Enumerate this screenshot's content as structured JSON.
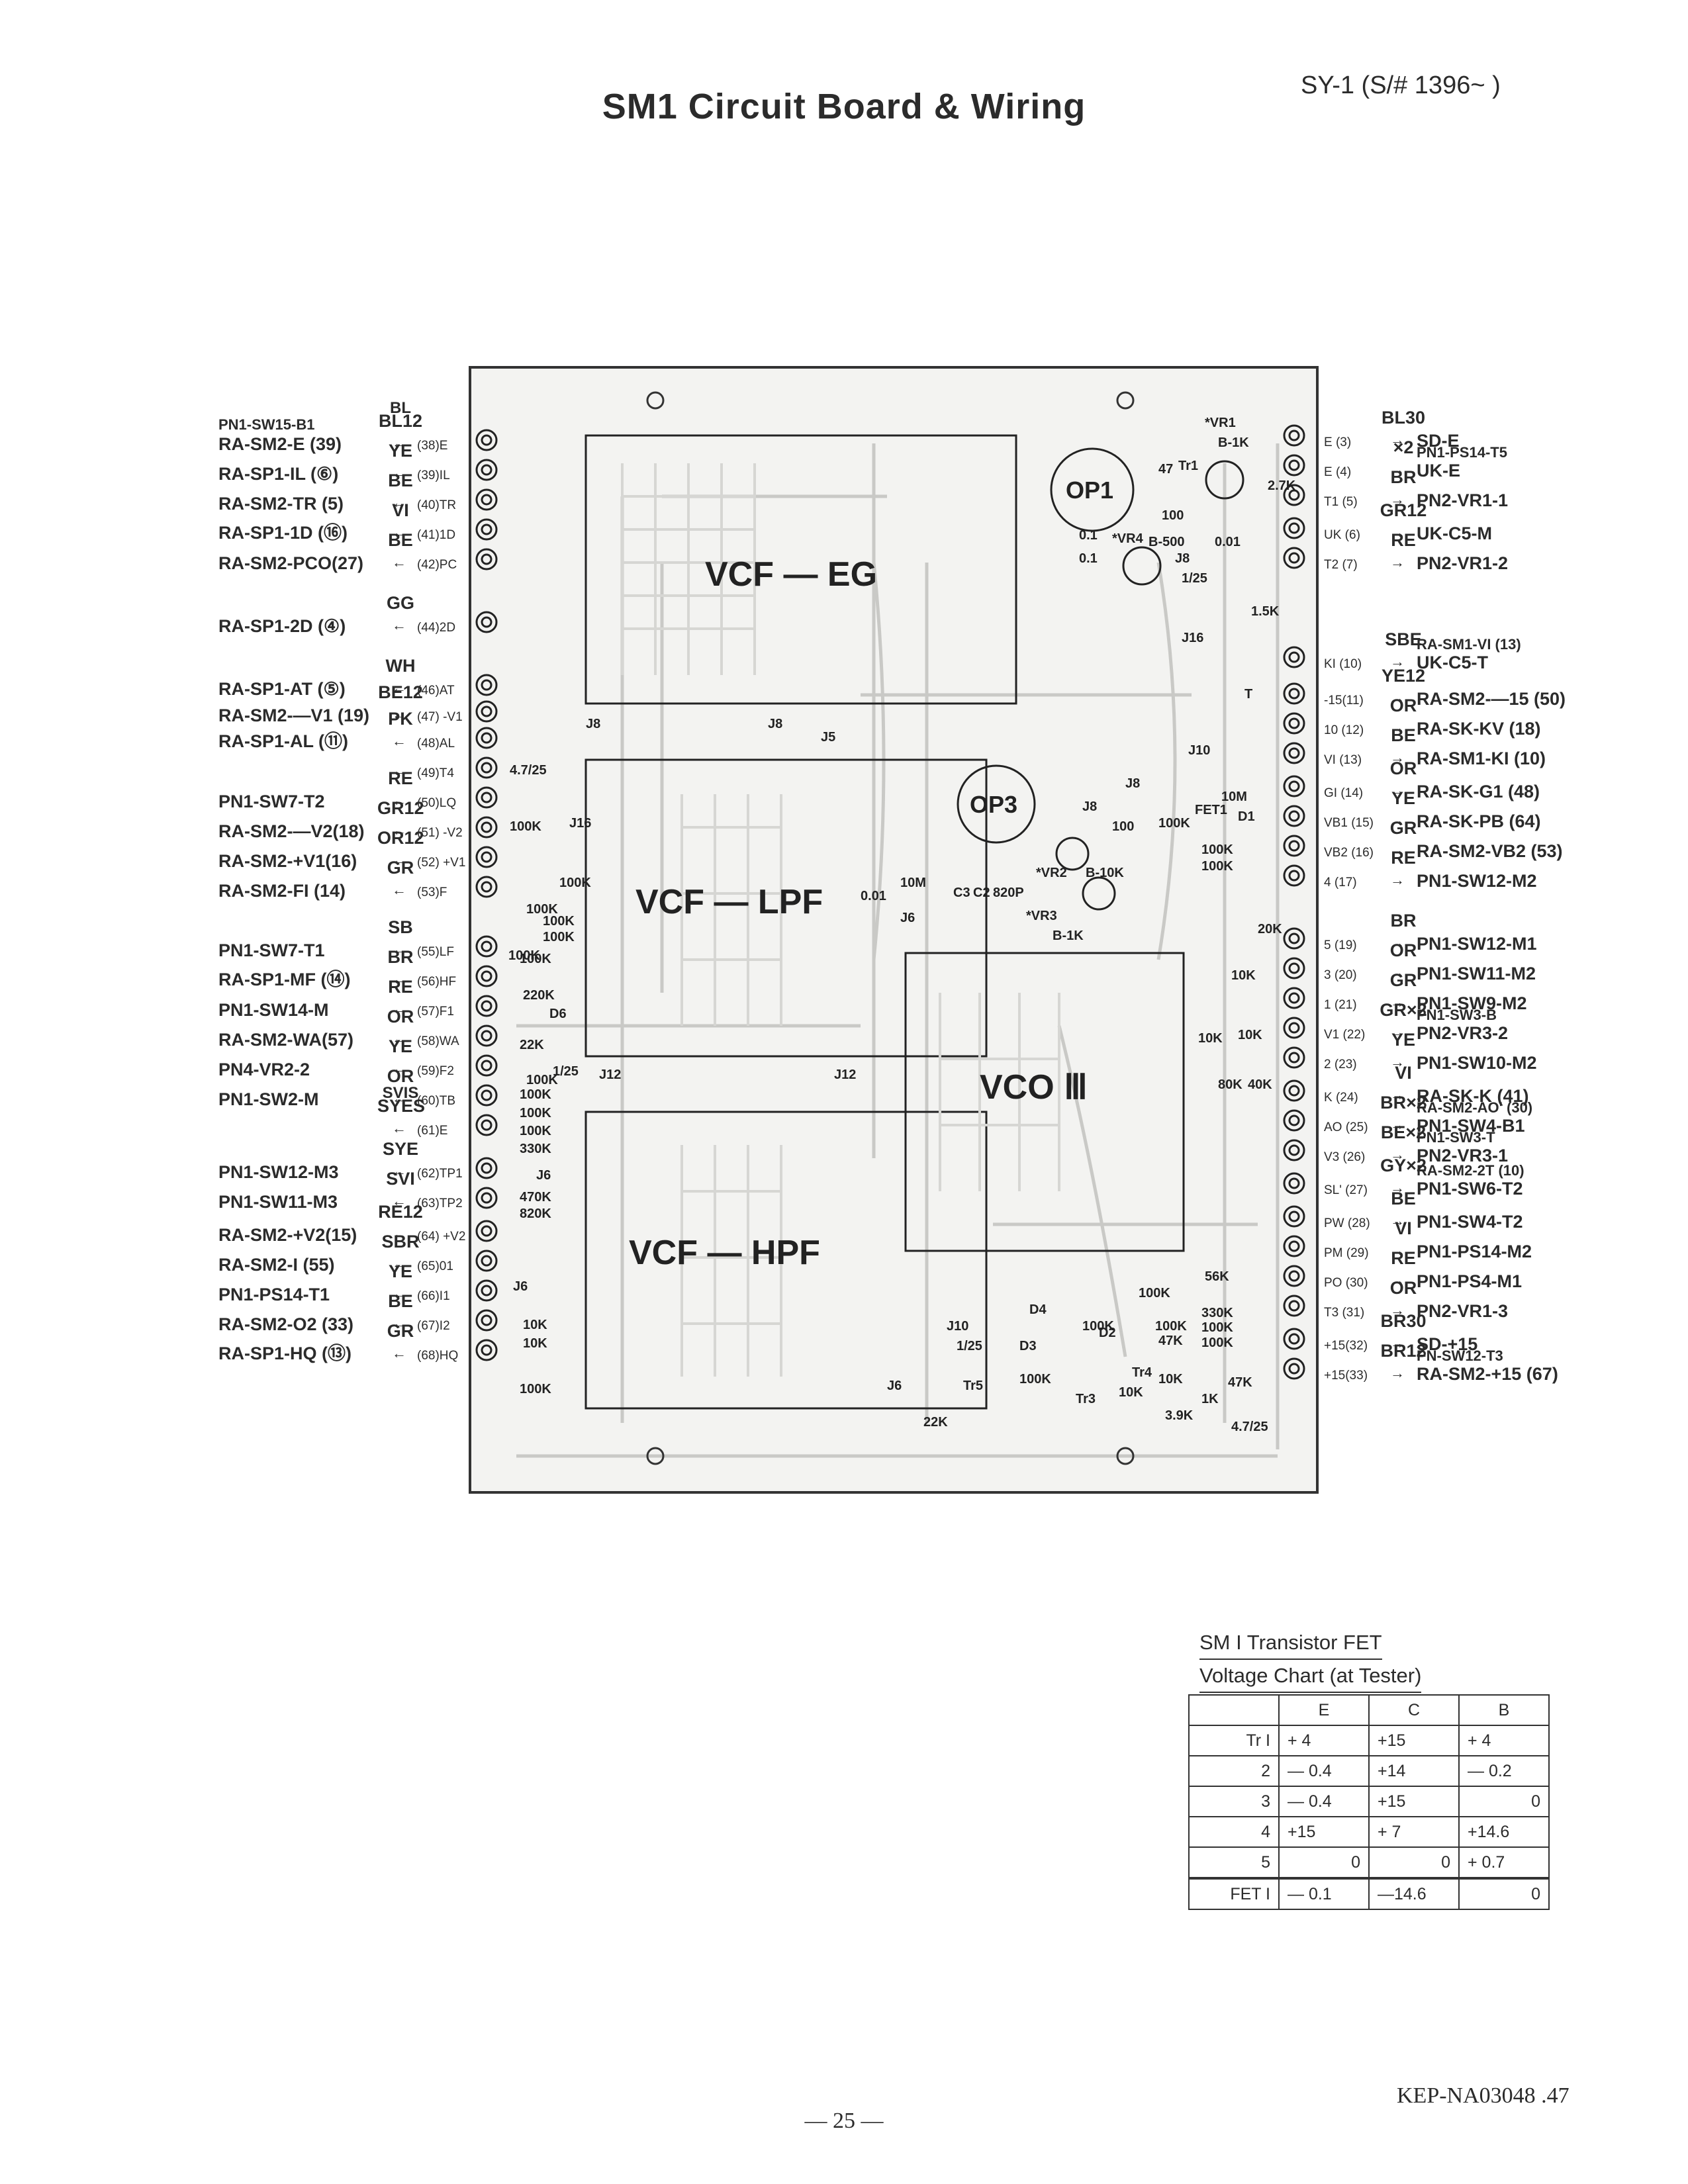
{
  "title": "SM1 Circuit Board & Wiring",
  "model_ref": "SY-1  (S/#  1396~      )",
  "board": {
    "sections": {
      "vcf_eg": "VCF — EG",
      "vcf_lpf": "VCF — LPF",
      "vcf_hpf": "VCF — HPF",
      "vco": "VCO Ⅲ",
      "op1": "OP1",
      "op3": "OP3"
    },
    "components": [
      {
        "label": "*VR1"
      },
      {
        "label": "B-1K"
      },
      {
        "label": "47"
      },
      {
        "label": "Tr1"
      },
      {
        "label": "2.7K"
      },
      {
        "label": "100"
      },
      {
        "label": "*VR4"
      },
      {
        "label": "B-500"
      },
      {
        "label": "0.01"
      },
      {
        "label": "0.1"
      },
      {
        "label": "0.1"
      },
      {
        "label": "J8"
      },
      {
        "label": "1/25"
      },
      {
        "label": "1.5K"
      },
      {
        "label": "J16"
      },
      {
        "label": "T"
      },
      {
        "label": "J10"
      },
      {
        "label": "J8"
      },
      {
        "label": "J8"
      },
      {
        "label": "J5"
      },
      {
        "label": "4.7/25"
      },
      {
        "label": "100K"
      },
      {
        "label": "J16"
      },
      {
        "label": "100K"
      },
      {
        "label": "100K"
      },
      {
        "label": "100K"
      },
      {
        "label": "100K"
      },
      {
        "label": "100K"
      },
      {
        "label": "J8"
      },
      {
        "label": "J8"
      },
      {
        "label": "100"
      },
      {
        "label": "100K"
      },
      {
        "label": "FET1"
      },
      {
        "label": "10M"
      },
      {
        "label": "D1"
      },
      {
        "label": "100K"
      },
      {
        "label": "100K"
      },
      {
        "label": "0.01"
      },
      {
        "label": "10M"
      },
      {
        "label": "C3"
      },
      {
        "label": "C2"
      },
      {
        "label": "820P"
      },
      {
        "label": "*VR2"
      },
      {
        "label": "B-10K"
      },
      {
        "label": "*VR3"
      },
      {
        "label": "B-1K"
      },
      {
        "label": "J6"
      },
      {
        "label": "20K"
      },
      {
        "label": "10K"
      },
      {
        "label": "100K"
      },
      {
        "label": "220K"
      },
      {
        "label": "D6"
      },
      {
        "label": "22K"
      },
      {
        "label": "100K"
      },
      {
        "label": "1/25"
      },
      {
        "label": "J12"
      },
      {
        "label": "J12"
      },
      {
        "label": "10K"
      },
      {
        "label": "80K"
      },
      {
        "label": "10K"
      },
      {
        "label": "40K"
      },
      {
        "label": "100K"
      },
      {
        "label": "100K"
      },
      {
        "label": "100K"
      },
      {
        "label": "330K"
      },
      {
        "label": "J6"
      },
      {
        "label": "470K"
      },
      {
        "label": "820K"
      },
      {
        "label": "J6"
      },
      {
        "label": "10K"
      },
      {
        "label": "10K"
      },
      {
        "label": "100K"
      },
      {
        "label": "56K"
      },
      {
        "label": "100K"
      },
      {
        "label": "330K"
      },
      {
        "label": "100K"
      },
      {
        "label": "100K"
      },
      {
        "label": "47K"
      },
      {
        "label": "100K"
      },
      {
        "label": "J10"
      },
      {
        "label": "D4"
      },
      {
        "label": "100K"
      },
      {
        "label": "D2"
      },
      {
        "label": "1/25"
      },
      {
        "label": "D3"
      },
      {
        "label": "J6"
      },
      {
        "label": "Tr5"
      },
      {
        "label": "100K"
      },
      {
        "label": "Tr3"
      },
      {
        "label": "10K"
      },
      {
        "label": "Tr4"
      },
      {
        "label": "10K"
      },
      {
        "label": "1K"
      },
      {
        "label": "47K"
      },
      {
        "label": "3.9K"
      },
      {
        "label": "22K"
      },
      {
        "label": "4.7/25"
      }
    ]
  },
  "left_connections": [
    {
      "dest": "RA-SM2-E (39)",
      "dest2": "PN1-SW15-B1",
      "color": "BL12",
      "color2": "BL",
      "pin": "(38)E"
    },
    {
      "dest": "RA-SP1-IL (⑥)",
      "dest2": "",
      "color": "YE",
      "color2": "",
      "pin": "(39)IL"
    },
    {
      "dest": "RA-SM2-TR (5)",
      "dest2": "",
      "color": "BE",
      "color2": "",
      "pin": "(40)TR"
    },
    {
      "dest": "RA-SP1-1D (⑯)",
      "dest2": "",
      "color": "VI",
      "color2": "",
      "pin": "(41)1D"
    },
    {
      "dest": "RA-SM2-PCO(27)",
      "dest2": "",
      "color": "BE",
      "color2": "",
      "pin": "(42)PC"
    },
    {
      "dest": "RA-SP1-2D (④)",
      "dest2": "",
      "color": "GG",
      "color2": "",
      "pin": "(44)2D"
    },
    {
      "dest": "RA-SP1-AT (⑤)",
      "dest2": "",
      "color": "WH",
      "color2": "",
      "pin": "(46)AT"
    },
    {
      "dest": "RA-SM2-—V1 (19)",
      "dest2": "",
      "color": "BE12",
      "color2": "",
      "pin": "(47) -V1"
    },
    {
      "dest": "RA-SP1-AL (⑪)",
      "dest2": "",
      "color": "PK",
      "color2": "",
      "pin": "(48)AL"
    },
    {
      "dest": "",
      "dest2": "",
      "color": "",
      "color2": "",
      "pin": "(49)T4"
    },
    {
      "dest": "PN1-SW7-T2",
      "dest2": "",
      "color": "RE",
      "color2": "",
      "pin": "(50)LQ"
    },
    {
      "dest": "RA-SM2-—V2(18)",
      "dest2": "",
      "color": "GR12",
      "color2": "",
      "pin": "(51) -V2"
    },
    {
      "dest": "RA-SM2-+V1(16)",
      "dest2": "",
      "color": "OR12",
      "color2": "",
      "pin": "(52) +V1"
    },
    {
      "dest": "RA-SM2-FI (14)",
      "dest2": "",
      "color": "GR",
      "color2": "",
      "pin": "(53)F"
    },
    {
      "dest": "PN1-SW7-T1",
      "dest2": "",
      "color": "SB",
      "color2": "",
      "pin": "(55)LF"
    },
    {
      "dest": "RA-SP1-MF (⑭)",
      "dest2": "",
      "color": "BR",
      "color2": "",
      "pin": "(56)HF"
    },
    {
      "dest": "PN1-SW14-M",
      "dest2": "",
      "color": "RE",
      "color2": "",
      "pin": "(57)F1"
    },
    {
      "dest": "RA-SM2-WA(57)",
      "dest2": "",
      "color": "OR",
      "color2": "",
      "pin": "(58)WA"
    },
    {
      "dest": "PN4-VR2-2",
      "dest2": "",
      "color": "YE",
      "color2": "",
      "pin": "(59)F2"
    },
    {
      "dest": "PN1-SW2-M",
      "dest2": "",
      "color": "OR",
      "color2": "",
      "pin": "(60)TB"
    },
    {
      "dest": "",
      "dest2": "",
      "color": "SYES",
      "color2": "SVIS",
      "pin": "(61)E"
    },
    {
      "dest": "PN1-SW12-M3",
      "dest2": "",
      "color": "SYE",
      "color2": "",
      "pin": "(62)TP1"
    },
    {
      "dest": "PN1-SW11-M3",
      "dest2": "",
      "color": "SVI",
      "color2": "",
      "pin": "(63)TP2"
    },
    {
      "dest": "RA-SM2-+V2(15)",
      "dest2": "",
      "color": "RE12",
      "color2": "",
      "pin": "(64) +V2"
    },
    {
      "dest": "RA-SM2-I (55)",
      "dest2": "",
      "color": "SBR",
      "color2": "",
      "pin": "(65)01"
    },
    {
      "dest": "PN1-PS14-T1",
      "dest2": "",
      "color": "YE",
      "color2": "",
      "pin": "(66)I1"
    },
    {
      "dest": "RA-SM2-O2 (33)",
      "dest2": "",
      "color": "BE",
      "color2": "",
      "pin": "(67)I2"
    },
    {
      "dest": "RA-SP1-HQ (⑬)",
      "dest2": "",
      "color": "GR",
      "color2": "",
      "pin": "(68)HQ"
    }
  ],
  "right_connections": [
    {
      "pin": "E  (3)",
      "color": "BL30",
      "dest": "SD-E",
      "dest2": ""
    },
    {
      "pin": "E  (4)",
      "color": "×2",
      "dest": "UK-E",
      "dest2": "PN1-PS14-T5"
    },
    {
      "pin": "T1  (5)",
      "color": "BR",
      "dest": "PN2-VR1-1",
      "dest2": ""
    },
    {
      "pin": "UK  (6)",
      "color": "GR12",
      "dest": "UK-C5-M",
      "dest2": ""
    },
    {
      "pin": "T2  (7)",
      "color": "RE",
      "dest": "PN2-VR1-2",
      "dest2": ""
    },
    {
      "pin": "KI  (10)",
      "color": "SBE",
      "dest": "UK-C5-T",
      "dest2": "RA-SM1-VI (13)"
    },
    {
      "pin": "-15(11)",
      "color": "YE12",
      "dest": "RA-SM2-—15 (50)",
      "dest2": ""
    },
    {
      "pin": "10  (12)",
      "color": "OR",
      "dest": "RA-SK-KV (18)",
      "dest2": ""
    },
    {
      "pin": "VI  (13)",
      "color": "BE",
      "dest": "RA-SM1-KI (10)",
      "dest2": ""
    },
    {
      "pin": "GI  (14)",
      "color": "OR",
      "dest": "RA-SK-G1 (48)",
      "dest2": ""
    },
    {
      "pin": "VB1 (15)",
      "color": "YE",
      "dest": "RA-SK-PB (64)",
      "dest2": ""
    },
    {
      "pin": "VB2 (16)",
      "color": "GR",
      "dest": "RA-SM2-VB2 (53)",
      "dest2": ""
    },
    {
      "pin": "4  (17)",
      "color": "RE",
      "dest": "PN1-SW12-M2",
      "dest2": ""
    },
    {
      "pin": "5  (19)",
      "color": "BR",
      "dest": "PN1-SW12-M1",
      "dest2": ""
    },
    {
      "pin": "3  (20)",
      "color": "OR",
      "dest": "PN1-SW11-M2",
      "dest2": ""
    },
    {
      "pin": "1  (21)",
      "color": "GR",
      "dest": "PN1-SW9-M2",
      "dest2": ""
    },
    {
      "pin": "V1  (22)",
      "color": "GR×2",
      "dest": "PN2-VR3-2",
      "dest2": "PN1-SW3-B"
    },
    {
      "pin": "2  (23)",
      "color": "YE",
      "dest": "PN1-SW10-M2",
      "dest2": ""
    },
    {
      "pin": "K  (24)",
      "color": "VI",
      "dest": "RA-SK-K (41)",
      "dest2": ""
    },
    {
      "pin": "AO  (25)",
      "color": "BR×2",
      "dest": "PN1-SW4-B1",
      "dest2": "RA-SM2-AO' (30)"
    },
    {
      "pin": "V3  (26)",
      "color": "BE×2",
      "dest": "PN2-VR3-1",
      "dest2": "PN1-SW3-T"
    },
    {
      "pin": "SL'  (27)",
      "color": "GY×2",
      "dest": "PN1-SW6-T2",
      "dest2": "RA-SM2-2T (10)"
    },
    {
      "pin": "PW  (28)",
      "color": "BE",
      "dest": "PN1-SW4-T2",
      "dest2": ""
    },
    {
      "pin": "PM  (29)",
      "color": "VI",
      "dest": "PN1-PS14-M2",
      "dest2": ""
    },
    {
      "pin": "PO  (30)",
      "color": "RE",
      "dest": "PN1-PS4-M1",
      "dest2": ""
    },
    {
      "pin": "T3  (31)",
      "color": "OR",
      "dest": "PN2-VR1-3",
      "dest2": ""
    },
    {
      "pin": "+15(32)",
      "color": "BR30",
      "dest": "SD-+15",
      "dest2": ""
    },
    {
      "pin": "+15(33)",
      "color": "BR12",
      "dest": "RA-SM2-+15 (67)",
      "dest2": "PN-SW12-T3"
    }
  ],
  "voltage_chart": {
    "caption_line1": "SM I  Transistor FET",
    "caption_line2": "Voltage Chart (at Tester)",
    "headers": [
      "",
      "E",
      "C",
      "B"
    ],
    "rows": [
      [
        "Tr  I",
        "+ 4",
        "+15",
        "+ 4"
      ],
      [
        "2",
        "— 0.4",
        "+14",
        "— 0.2"
      ],
      [
        "3",
        "— 0.4",
        "+15",
        "0"
      ],
      [
        "4",
        "+15",
        "+ 7",
        "+14.6"
      ],
      [
        "5",
        "0",
        "0",
        "+ 0.7"
      ]
    ],
    "fet_row": [
      "FET  I",
      "— 0.1",
      "—14.6",
      "0"
    ]
  },
  "page_number": "— 25 —",
  "doc_code": "KEP-NA03048 .47"
}
